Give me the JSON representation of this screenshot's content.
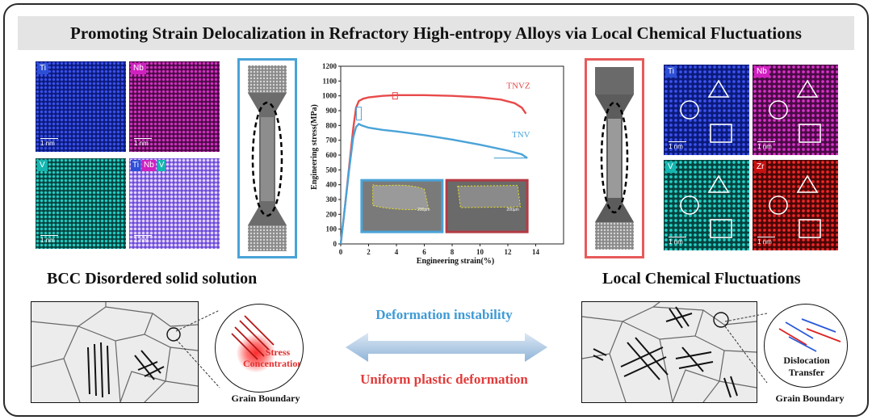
{
  "title": "Promoting Strain Delocalization in Refractory High-entropy Alloys via Local Chemical Fluctuations",
  "left_maps": {
    "ti": "Ti",
    "nb": "Nb",
    "v": "V",
    "merge": [
      "Ti",
      "Nb",
      "V"
    ],
    "scale": "1 nm"
  },
  "right_maps": {
    "ti": "Ti",
    "nb": "Nb",
    "v": "V",
    "zr": "Zr",
    "scale": "1 nm"
  },
  "left_label": "BCC Disordered solid solution",
  "right_label": "Local Chemical Fluctuations",
  "mid_top": "Deformation instability",
  "mid_bottom": "Uniform plastic deformation",
  "left_callout": [
    "Stress",
    "Concentration"
  ],
  "right_callout": [
    "Dislocation",
    "Transfer"
  ],
  "grain_boundary": "Grain Boundary",
  "colors": {
    "tnv": "#4aa3d8",
    "tnvz": "#e84a4a",
    "instability": "#3f9bd6",
    "uniform": "#e23b3b",
    "ti_map": "#2a3ad0",
    "nb_map": "#b01a9e",
    "v_map": "#0fa39b",
    "zr_map": "#c41212"
  },
  "chart_data": {
    "type": "line",
    "xlabel": "Engineering strain(%)",
    "ylabel": "Engineering stress(MPa)",
    "xlim": [
      0,
      16
    ],
    "ylim": [
      0,
      1200
    ],
    "xticks": [
      0,
      2,
      4,
      6,
      8,
      10,
      12,
      14
    ],
    "yticks": [
      0,
      100,
      200,
      300,
      400,
      500,
      600,
      700,
      800,
      900,
      1000,
      1100,
      1200
    ],
    "series": [
      {
        "name": "TNVZ",
        "x": [
          0,
          0.3,
          0.6,
          0.9,
          1.1,
          1.3,
          1.6,
          2.0,
          3.0,
          4.0,
          6.0,
          8.0,
          10.0,
          11.5,
          12.5,
          13.0,
          13.3
        ],
        "y": [
          0,
          250,
          520,
          780,
          920,
          965,
          980,
          990,
          1000,
          1005,
          1005,
          1000,
          990,
          975,
          950,
          920,
          880
        ]
      },
      {
        "name": "TNV",
        "x": [
          0,
          0.3,
          0.6,
          0.9,
          1.1,
          1.3,
          1.5,
          2.0,
          3.0,
          4.0,
          6.0,
          8.0,
          10.0,
          12.0,
          13.0,
          13.4
        ],
        "y": [
          0,
          250,
          500,
          720,
          790,
          810,
          800,
          785,
          770,
          760,
          735,
          705,
          670,
          630,
          605,
          580
        ]
      }
    ],
    "annotations": [
      "TNVZ",
      "TNV"
    ],
    "inset_scale": "200μm"
  }
}
